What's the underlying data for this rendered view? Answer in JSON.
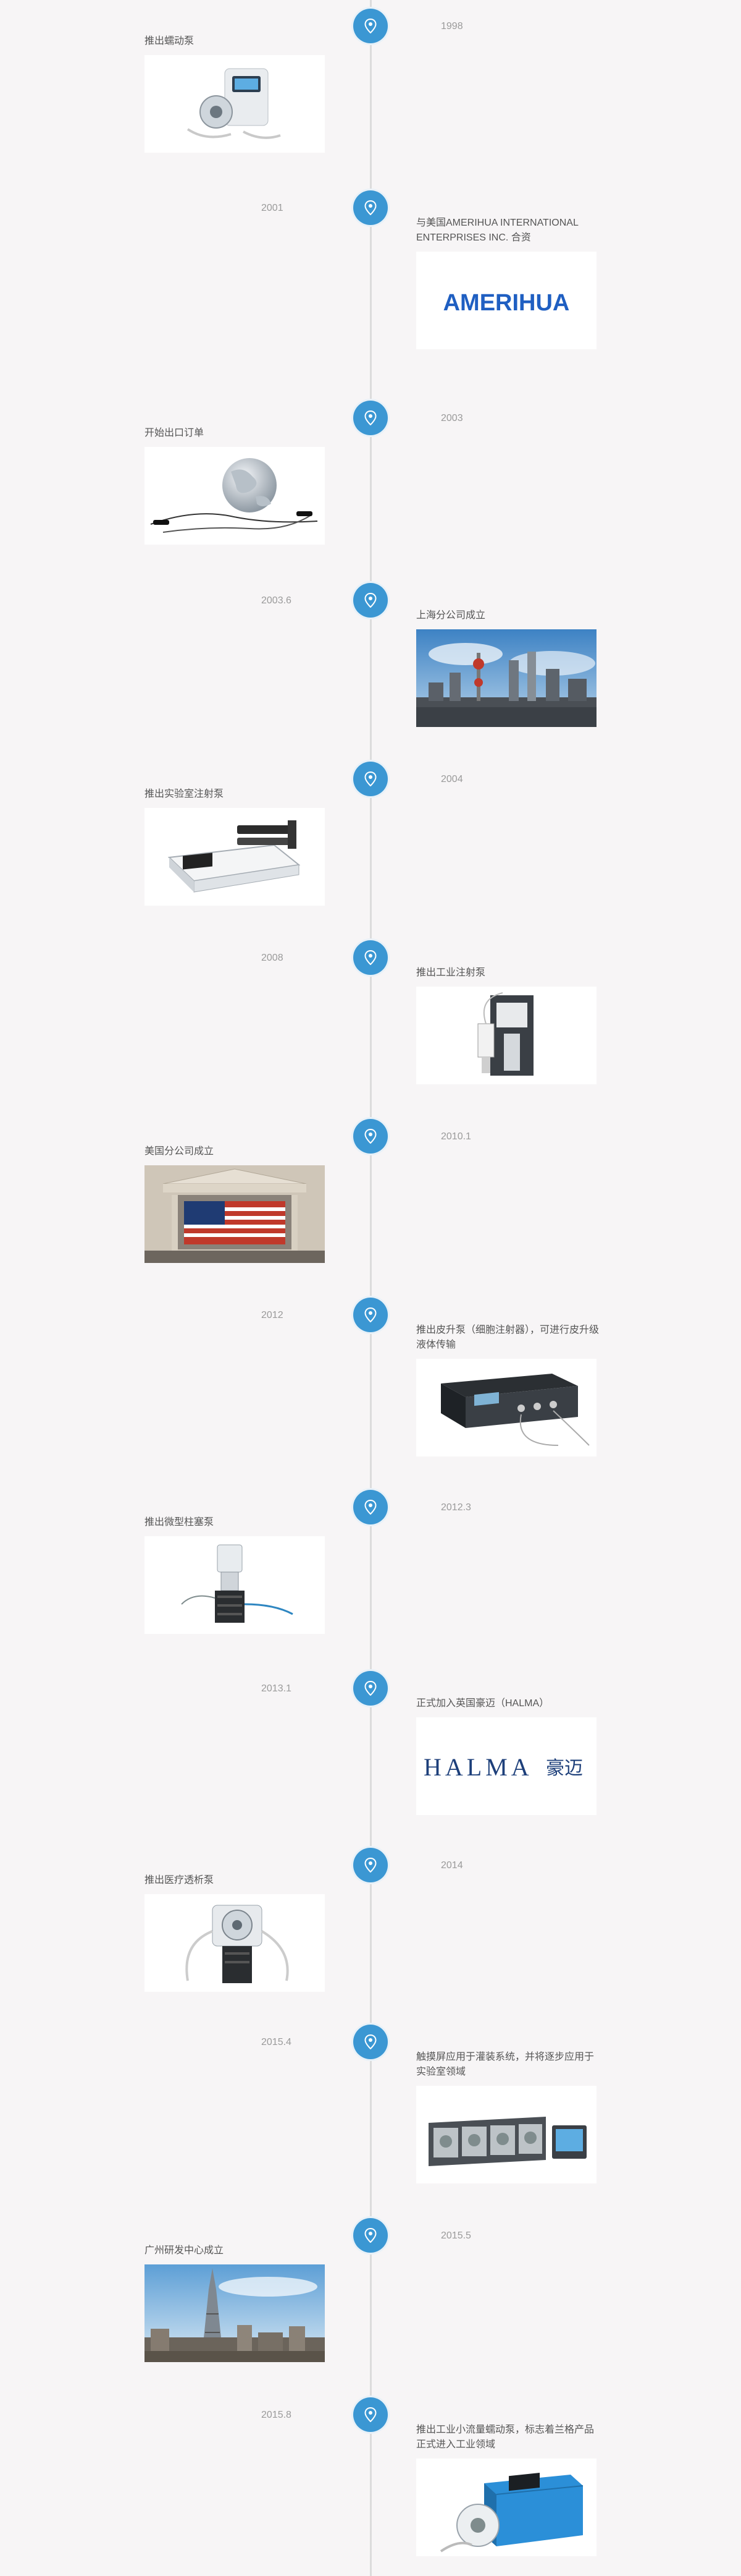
{
  "events": [
    {
      "year": "1998",
      "text": "推出蠕动泵",
      "image": "peristaltic-pump",
      "icon": "location-pin-icon"
    },
    {
      "year": "2001",
      "text": "与美国AMERIHUA INTERNATIONAL ENTERPRISES INC. 合资",
      "image": "amerihua-logo",
      "logo_text": "AMERIHUA",
      "icon": "location-pin-icon"
    },
    {
      "year": "2003",
      "text": "开始出口订单",
      "image": "globe",
      "icon": "location-pin-icon"
    },
    {
      "year": "2003.6",
      "text": "上海分公司成立",
      "image": "shanghai-skyline",
      "icon": "location-pin-icon"
    },
    {
      "year": "2004",
      "text": "推出实验室注射泵",
      "image": "lab-syringe-pump",
      "icon": "location-pin-icon"
    },
    {
      "year": "2008",
      "text": "推出工业注射泵",
      "image": "industrial-syringe-pump",
      "icon": "location-pin-icon"
    },
    {
      "year": "2010.1",
      "text": "美国分公司成立",
      "image": "nyse-building",
      "icon": "location-pin-icon"
    },
    {
      "year": "2012",
      "text": "推出皮升泵（细胞注射器），可进行皮升级液体传输",
      "image": "picoliter-pump",
      "icon": "location-pin-icon"
    },
    {
      "year": "2012.3",
      "text": "推出微型柱塞泵",
      "image": "micro-plunger-pump",
      "icon": "location-pin-icon"
    },
    {
      "year": "2013.1",
      "text": "正式加入英国豪迈（HALMA）",
      "image": "halma-logo",
      "logo_text": "HALMA",
      "logo_text_cn": "豪迈",
      "icon": "location-pin-icon"
    },
    {
      "year": "2014",
      "text": "推出医疗透析泵",
      "image": "dialysis-pump",
      "icon": "location-pin-icon"
    },
    {
      "year": "2015.4",
      "text": "触摸屏应用于灌装系统，并将逐步应用于实验室领域",
      "image": "filling-system",
      "icon": "location-pin-icon"
    },
    {
      "year": "2015.5",
      "text": "广州研发中心成立",
      "image": "guangzhou-skyline",
      "icon": "location-pin-icon"
    },
    {
      "year": "2015.8",
      "text": "推出工业小流量蠕动泵，标志着兰格产品正式进入工业领域",
      "image": "industrial-peristaltic-pump",
      "icon": "location-pin-icon"
    }
  ],
  "colors": {
    "accent": "#3b97d3",
    "line": "#dcdcdc",
    "background": "#f7f5f6",
    "amerihua_blue": "#1f5fc2",
    "halma_navy": "#1d3f7a"
  }
}
